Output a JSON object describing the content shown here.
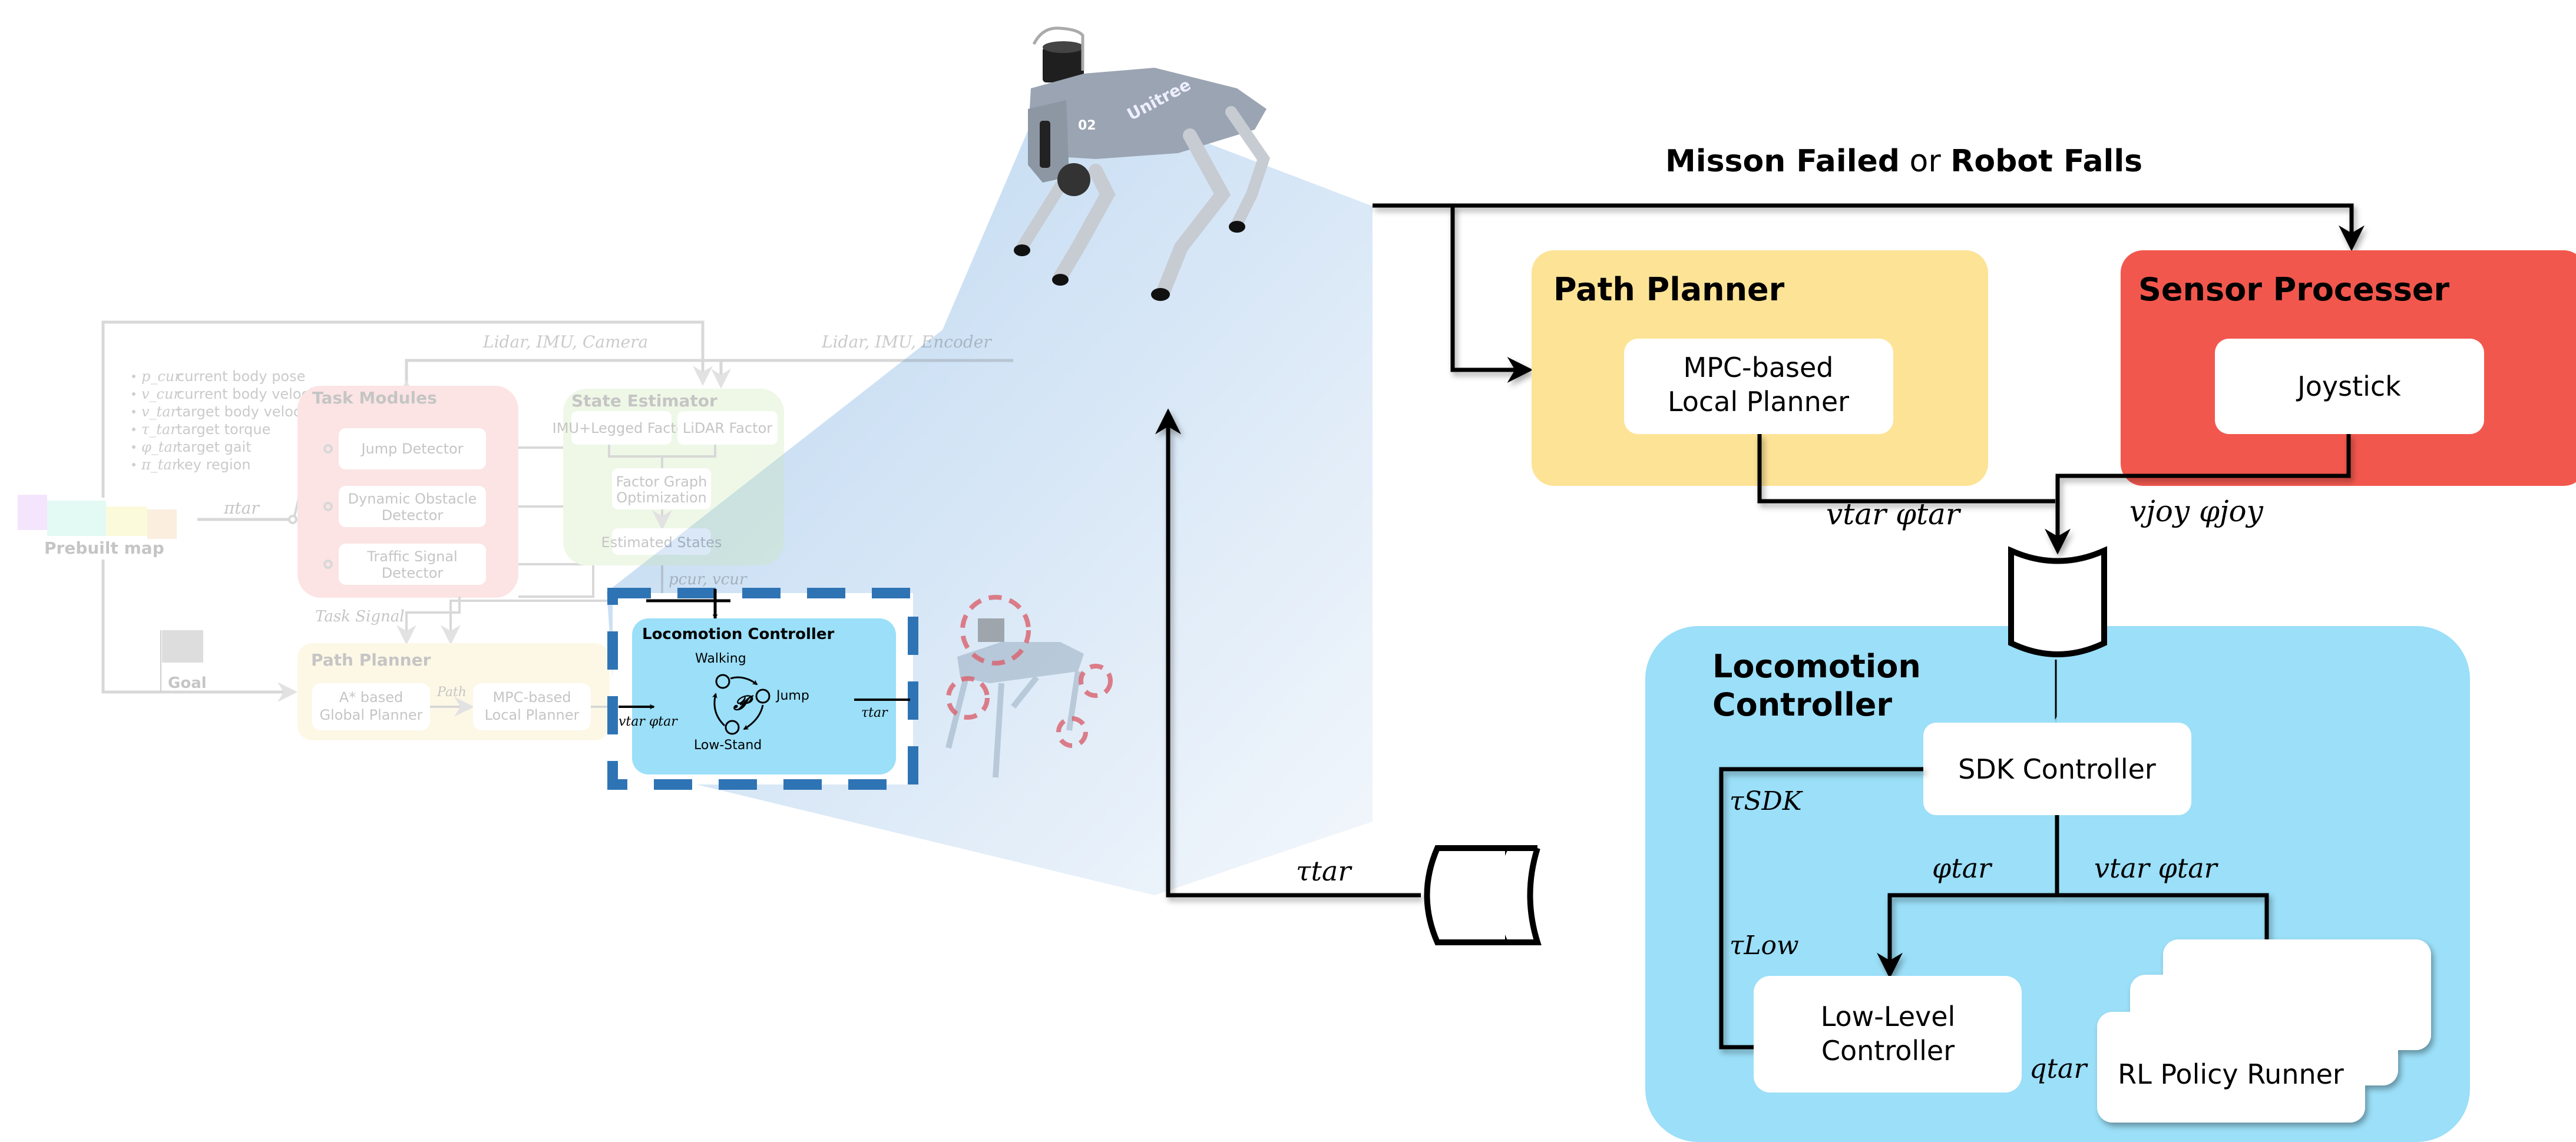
{
  "colors": {
    "path_planner": "#fde396",
    "sensor_processer": "#f2574d",
    "locomotion": "#9bdff8",
    "task_modules": "#fbd3d3",
    "state_estimator": "#dff2cf",
    "dashed_frame": "#2e74b5",
    "wedge": "#b9d5f0",
    "line": "#000000",
    "faded_line": "#9a9a9a",
    "highlight_ring": "#d9606c"
  },
  "overview": {
    "legend": [
      {
        "symbol": "p_cur",
        "text": "current body pose"
      },
      {
        "symbol": "v_cur",
        "text": "current body velocity"
      },
      {
        "symbol": "v_tar",
        "text": "target body velocity"
      },
      {
        "symbol": "τ_tar",
        "text": "target torque"
      },
      {
        "symbol": "φ_tar",
        "text": "target gait"
      },
      {
        "symbol": "π_tar",
        "text": "key region"
      }
    ],
    "sensor_label_1": "Lidar, IMU, Camera",
    "sensor_label_2": "Lidar, IMU, Encoder",
    "prebuilt_map": "Prebuilt map",
    "pi_tar": "πtar",
    "task_modules": {
      "title": "Task Modules",
      "items": [
        "Jump Detector",
        "Dynamic Obstacle|Detector",
        "Traffic Signal|Detector"
      ]
    },
    "state_estimator": {
      "title": "State Estimator",
      "imu_factor": "IMU+Legged Factor",
      "lidar_factor": "LiDAR Factor",
      "factor_graph": "Factor Graph|Optimization",
      "estimated_states": "Estimated States",
      "output": "pcur, vcur"
    },
    "task_signal": "Task Signal",
    "goal": "Goal",
    "path_planner": {
      "title": "Path Planner",
      "global": "A* based|Global Planner",
      "path": "Path",
      "local": "MPC-based|Local Planner"
    },
    "locomotion": {
      "title": "Locomotion Controller",
      "walking": "Walking",
      "jump": "Jump",
      "low_stand": "Low-Stand",
      "policy_symbol": "𝓟",
      "input": "vtar φtar",
      "output": "τtar"
    }
  },
  "detail": {
    "failure_label_a": "Misson Failed",
    "failure_label_or": " or ",
    "failure_label_b": "Robot Falls",
    "path_planner": {
      "title": "Path Planner",
      "module": "MPC-based|Local Planner",
      "output": "vtar φtar"
    },
    "sensor_processer": {
      "title": "Sensor Processer",
      "module": "Joystick",
      "output": "vjoy φjoy"
    },
    "locomotion": {
      "title": "Locomotion|Controller",
      "sdk": "SDK Controller",
      "low_level": "Low-Level|Controller",
      "rl_runner": "RL Policy Runner",
      "tau_sdk": "τSDK",
      "tau_low": "τLow",
      "phi_tar": "φtar",
      "v_phi_tar": "vtar φtar",
      "q_tar": "qtar"
    },
    "tau_tar": "τtar"
  }
}
